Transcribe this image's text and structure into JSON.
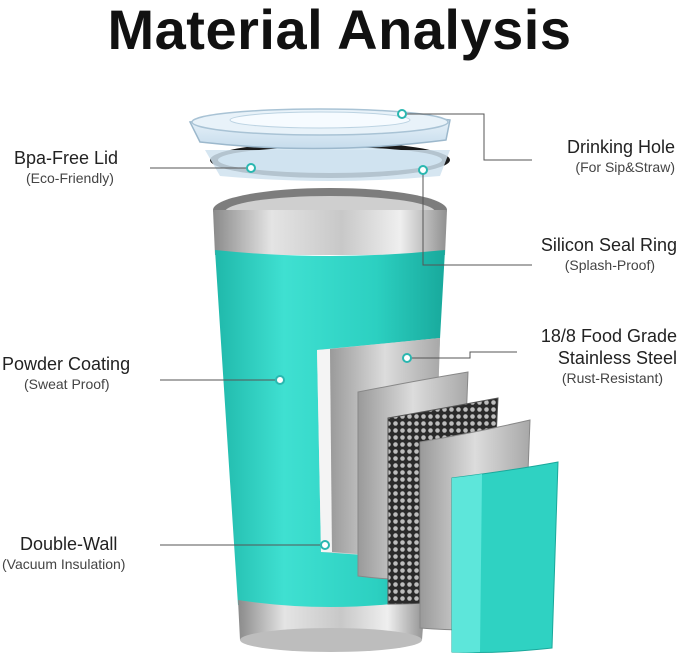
{
  "title": "Material Analysis",
  "labels": {
    "lid": {
      "main": "Bpa-Free Lid",
      "sub": "(Eco-Friendly)"
    },
    "drinking_hole": {
      "main": "Drinking Hole",
      "sub": "(For Sip&Straw)"
    },
    "seal_ring": {
      "main": "Silicon Seal Ring",
      "sub": "(Splash-Proof)"
    },
    "powder_coating": {
      "main": "Powder Coating",
      "sub": "(Sweat Proof)"
    },
    "steel": {
      "main_line1": "18/8 Food Grade",
      "main_line2": "Stainless Steel",
      "sub": "(Rust-Resistant)"
    },
    "double_wall": {
      "main": "Double-Wall",
      "sub": "(Vacuum Insulation)"
    }
  },
  "colors": {
    "teal": "#2cd4c4",
    "steel": "#b8b8b8",
    "leader": "#555555",
    "dot": "#2ab7b0"
  }
}
